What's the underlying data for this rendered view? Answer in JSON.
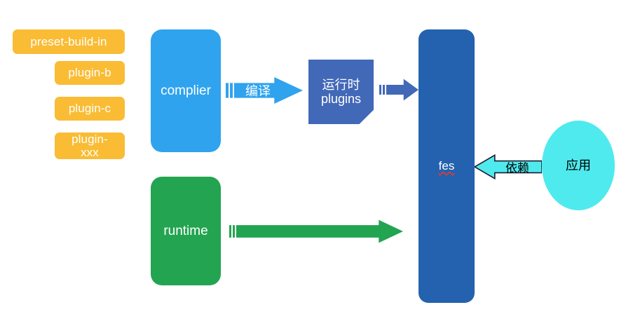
{
  "diagram": {
    "title": "fes architecture flow",
    "background": "#ffffff",
    "colors": {
      "plugin_orange": "#F9BC34",
      "complier_blue": "#2FA3EE",
      "runtime_green": "#23A450",
      "plugins_blue": "#4268B8",
      "fes_blue": "#2462AF",
      "app_cyan": "#4FEAEE",
      "spellcheck_red": "#e8392d"
    },
    "plugins_group": {
      "items": [
        {
          "id": "preset-build-in",
          "label": "preset-build-in"
        },
        {
          "id": "plugin-b",
          "label": "plugin-b"
        },
        {
          "id": "plugin-c",
          "label": "plugin-c"
        },
        {
          "id": "plugin-xxx",
          "label": "plugin-\nxxx"
        }
      ]
    },
    "nodes": {
      "complier": {
        "label": "complier"
      },
      "runtime": {
        "label": "runtime"
      },
      "runtime_plugins": {
        "label": "运行时\nplugins"
      },
      "fes": {
        "label": "fes"
      },
      "app": {
        "label": "应用"
      }
    },
    "arrows": {
      "compile": {
        "label": "编译",
        "direction": "right"
      },
      "plugins_to_fes": {
        "label": "",
        "direction": "right"
      },
      "runtime_to_fes": {
        "label": "",
        "direction": "right"
      },
      "depend": {
        "label": "依赖",
        "direction": "left"
      }
    }
  }
}
